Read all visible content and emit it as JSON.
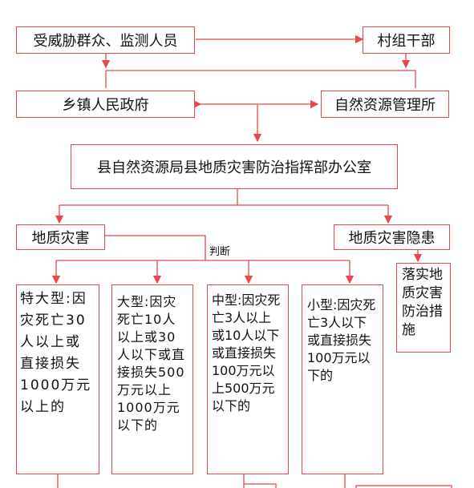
{
  "nodes": {
    "reporter": "受威胁群众、监测人员",
    "village": "村组干部",
    "township": "乡镇人民政府",
    "resource_office": "自然资源管理所",
    "county_office": "县自然资源局县地质灾害防治指挥部办公室",
    "disaster": "地质灾害",
    "hazard": "地质灾害隐患",
    "hazard_measure": "落实地质灾害防治措施",
    "judge": "判断",
    "grade_xl": "特大型:因灾死亡30人以上或直接损失1000万元以上的",
    "grade_l": "大型:因灾死亡10人以上或30人以下或直接损失500万元以上1000万元以下的",
    "grade_m": "中型:因灾死亡3人以上或10人以下或直接损失100万元以上500万元以下的",
    "grade_s": "小型:因灾死亡3人以下或直接损失100万元以下的"
  },
  "colors": {
    "line": "#e8474b",
    "text": "#111111"
  }
}
